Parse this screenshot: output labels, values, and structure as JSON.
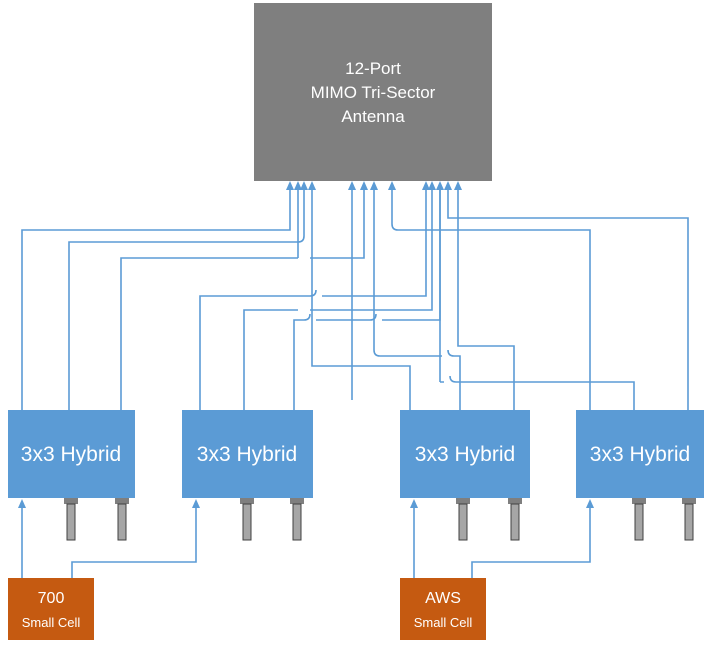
{
  "antenna": {
    "line1": "12-Port",
    "line2": "MIMO Tri-Sector",
    "line3": "Antenna"
  },
  "hybrids": [
    {
      "label": "3x3 Hybrid"
    },
    {
      "label": "3x3 Hybrid"
    },
    {
      "label": "3x3 Hybrid"
    },
    {
      "label": "3x3 Hybrid"
    }
  ],
  "small_cells": [
    {
      "line1": "700",
      "line2": "Small Cell"
    },
    {
      "line1": "AWS",
      "line2": "Small Cell"
    }
  ],
  "colors": {
    "antenna_fill": "#7f7f7f",
    "hybrid_fill": "#5b9bd5",
    "small_cell_fill": "#c55a11",
    "wire": "#5b9bd5",
    "connector": "#a6a6a6",
    "text_light": "#ffffff"
  }
}
